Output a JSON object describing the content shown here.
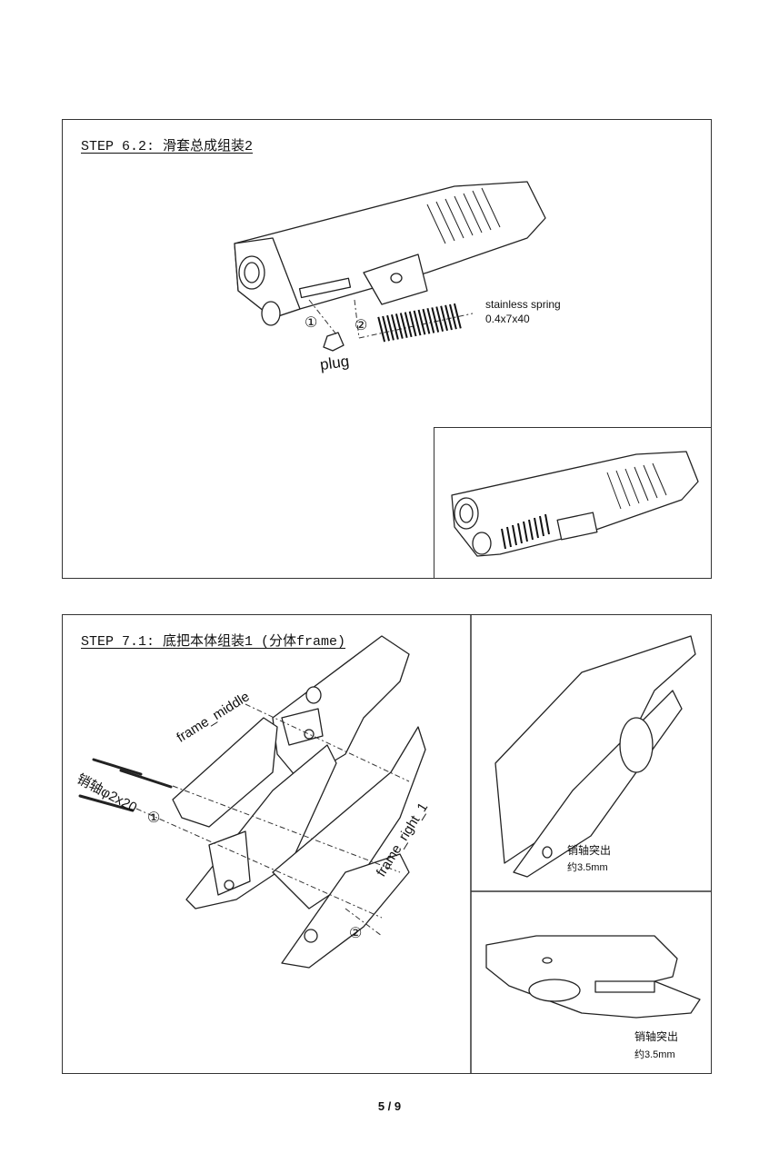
{
  "step_6_2": {
    "title": "STEP 6.2: 滑套总成组装2",
    "spring_label": "stainless spring",
    "spring_spec": "0.4x7x40",
    "plug_label": "plug",
    "marker_1": "①",
    "marker_2": "②"
  },
  "step_7_1": {
    "title": "STEP 7.1: 底把本体组装1 (分体frame)",
    "frame_middle_label": "frame_middle",
    "pin_label": "销轴φ2x20",
    "frame_right_label": "frame_right_1",
    "marker_1": "①",
    "marker_2": "②",
    "detail_top_note_1": "销轴突出",
    "detail_top_note_2": "约3.5mm",
    "detail_bottom_note_1": "销轴突出",
    "detail_bottom_note_2": "约3.5mm"
  },
  "page_number": "5 / 9"
}
